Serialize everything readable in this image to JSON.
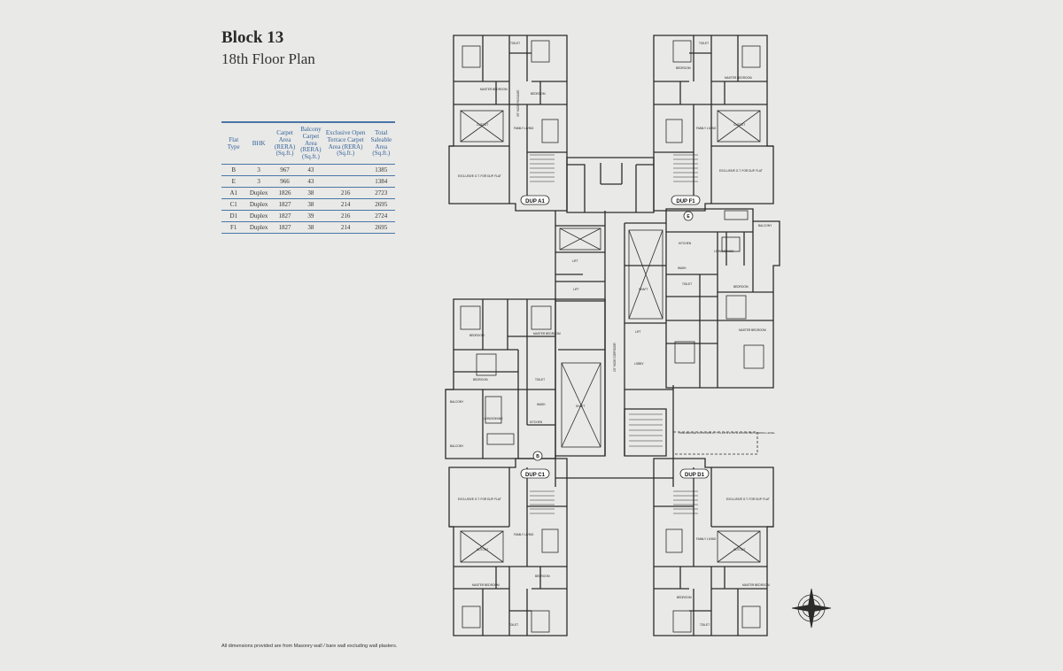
{
  "title": "Block 13",
  "subtitle": "18th Floor Plan",
  "table": {
    "headers": [
      "Flat Type",
      "BHK",
      "Carpet Area (RERA) (Sq.ft.)",
      "Balcony Carpet Area (RERA) (Sq.ft.)",
      "Exclusive Open Terrace Carpet Area (RERA) (Sq.ft.)",
      "Total Saleable Area (Sq.ft.)"
    ],
    "rows": [
      [
        "B",
        "3",
        "967",
        "43",
        "",
        "1385"
      ],
      [
        "E",
        "3",
        "966",
        "43",
        "",
        "1384"
      ],
      [
        "A1",
        "Duplex",
        "1826",
        "38",
        "216",
        "2723"
      ],
      [
        "C1",
        "Duplex",
        "1827",
        "38",
        "214",
        "2695"
      ],
      [
        "D1",
        "Duplex",
        "1827",
        "39",
        "216",
        "2724"
      ],
      [
        "F1",
        "Duplex",
        "1827",
        "38",
        "214",
        "2695"
      ]
    ]
  },
  "note": "All dimensions provided are from Masonry wall / bare wall excluding wall plasters.",
  "plan": {
    "unit_tags": {
      "a1": "DUP A1",
      "f1": "DUP F1",
      "c1": "DUP C1",
      "d1": "DUP D1",
      "e": "E",
      "b": "B"
    },
    "rooms": {
      "bedroom": "BEDROOM",
      "master_bedroom": "MASTER BEDROOM",
      "toilet": "TOILET",
      "family_living": "FAMILY LIVING",
      "cutout": "CUTOUT",
      "exclusive_ot": "EXCLUSIVE O.T. FOR DUP. FLAT",
      "kitchen": "KITCHEN",
      "living_dining": "LIVING/DINING",
      "balcony": "BALCONY",
      "wash": "WASH",
      "lift": "LIFT",
      "shaft": "SHAFT",
      "lobby": "LOBBY",
      "corridor": "2'0\" WIDE CORRIDOR",
      "passage": "3'0\" WIDE PASSAGE",
      "fire_platform": "FIRE REFUGE PLATFORM AT 7TH,13TH & 19TH FLOOR MID LANDING LEVEL"
    },
    "colors": {
      "wall": "#2b2b2b",
      "tag": "#ffffff",
      "paper": "#e9e9e7"
    }
  }
}
